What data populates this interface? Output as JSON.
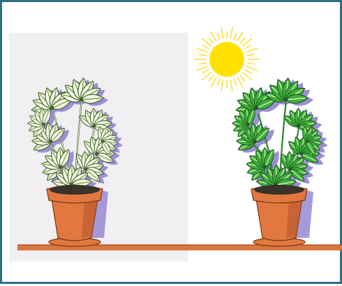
{
  "scene": {
    "panels": [
      {
        "id": "shaded",
        "name": "shade-panel"
      },
      {
        "id": "sunlit",
        "name": "sunlit-panel"
      }
    ],
    "plants": [
      {
        "id": "left",
        "condition": "shade",
        "leaf_fill": "#f4f7e6",
        "leaf_vein": "#6f9a3a",
        "leaf_stroke": "#3a5e22"
      },
      {
        "id": "right",
        "condition": "sun",
        "leaf_fill": "#3fae3a",
        "leaf_vein": "#e7f2cf",
        "leaf_stroke": "#1d5a1e"
      }
    ],
    "colors": {
      "frame_border": "#2e6f86",
      "shade_background": "#f1eff1",
      "shelf": "#d9773f",
      "shelf_edge": "#8f3e16",
      "pot": "#e0783f",
      "pot_dark": "#b4532a",
      "pot_edge": "#7c3514",
      "soil": "#3b3229",
      "sun": "#ffe200",
      "sun_rays": "#ffd200",
      "shadow": "#9d8fd6"
    },
    "icons": [
      "sun-icon",
      "potted-plant-icon"
    ]
  }
}
